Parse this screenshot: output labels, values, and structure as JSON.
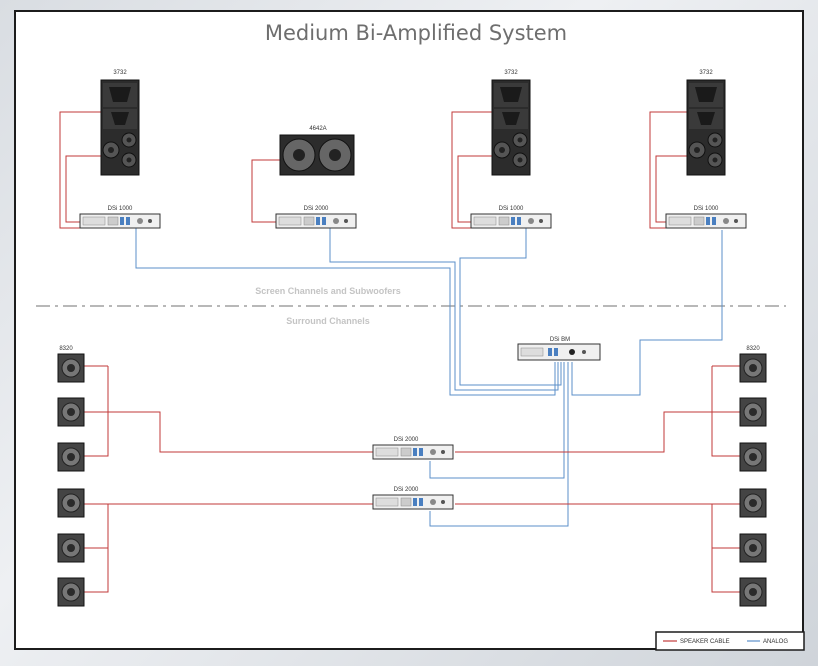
{
  "title": "Medium Bi-Amplified System",
  "zones": {
    "upper": "Screen Channels and Subwoofers",
    "lower": "Surround Channels"
  },
  "speakers": {
    "screen_left": "3732",
    "subwoofer": "4642A",
    "screen_center": "3732",
    "screen_right": "3732",
    "surround_left": "8320",
    "surround_right": "8320"
  },
  "amplifiers": {
    "amp_left": "DSi 1000",
    "amp_sub": "DSi 2000",
    "amp_center": "DSi 1000",
    "amp_right": "DSi 1000",
    "processor": "DSi BM",
    "surround_amp_1": "DSi 2000",
    "surround_amp_2": "DSi 2000"
  },
  "legend": {
    "speaker_cable": "SPEAKER CABLE",
    "analog": "ANALOG"
  },
  "colors": {
    "speaker_cable": "#c23a3a",
    "analog": "#5b8fc9",
    "frame": "#1c1c1c",
    "title": "#6e6e6e"
  }
}
